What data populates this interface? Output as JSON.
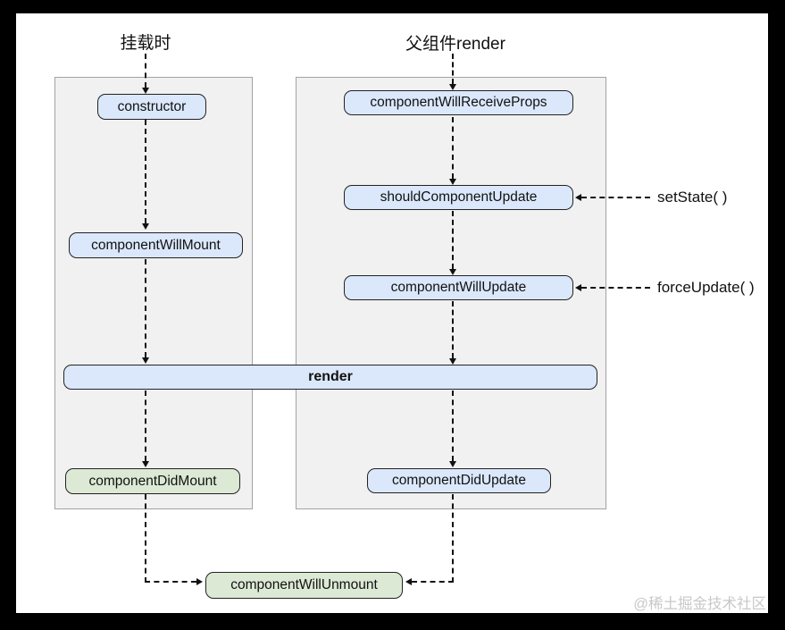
{
  "columns": {
    "mount": {
      "label": "挂载时"
    },
    "update": {
      "label": "父组件render"
    }
  },
  "boxes": {
    "constructor": {
      "label": "constructor"
    },
    "componentWillMount": {
      "label": "componentWillMount"
    },
    "componentWillReceiveProps": {
      "label": "componentWillReceiveProps"
    },
    "shouldComponentUpdate": {
      "label": "shouldComponentUpdate"
    },
    "componentWillUpdate": {
      "label": "componentWillUpdate"
    },
    "render": {
      "label": "render"
    },
    "componentDidMount": {
      "label": "componentDidMount"
    },
    "componentDidUpdate": {
      "label": "componentDidUpdate"
    },
    "componentWillUnmount": {
      "label": "componentWillUnmount"
    }
  },
  "annotations": {
    "setState": {
      "label": "setState( )"
    },
    "forceUpdate": {
      "label": "forceUpdate( )"
    }
  },
  "watermark": {
    "label": "@稀土掘金技术社区"
  },
  "colors": {
    "blue_box_bg": "#dbe8fb",
    "green_box_bg": "#dce9d5",
    "panel_bg": "#f1f1f1",
    "panel_border": "#a3a3a3",
    "box_border": "#222222",
    "arrow": "#111111",
    "watermark_text": "#c8c8c8",
    "frame": "#000000",
    "canvas": "#ffffff"
  }
}
